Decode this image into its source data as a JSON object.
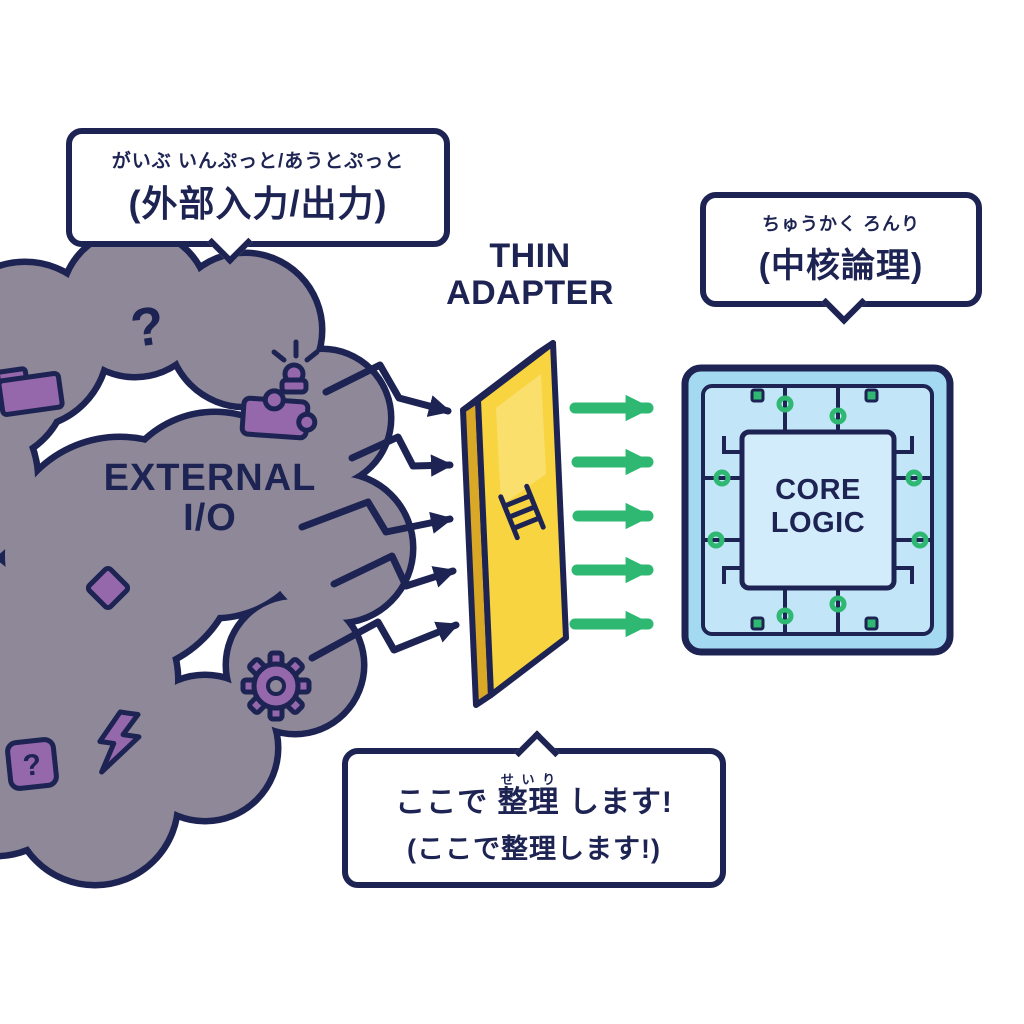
{
  "colors": {
    "navy": "#1d2352",
    "cloud_gray": "#8e8899",
    "cloud_dark": "#6e6880",
    "cloud_purple": "#7a6890",
    "purple": "#9468ab",
    "yellow": "#f7d440",
    "yellow_mid": "#ecc433",
    "yellow_dark": "#d9a826",
    "yellow_light": "#fbe37c",
    "green": "#2eb872",
    "chip_blue": "#a3d9f1",
    "chip_mid": "#c2e6f8",
    "chip_core": "#d3ecfb"
  },
  "bubbles": {
    "external": {
      "furigana": "がいぶ いんぷっと/あうとぷっと",
      "label": "(外部入力/出力)"
    },
    "core": {
      "furigana": "ちゅうかく ろんり",
      "label": "(中核論理)"
    },
    "adapter_note": {
      "pre": "ここで ",
      "ruby_base": "整理",
      "ruby_text": "せいり",
      "post": " します!",
      "line2": "(ここで整理します!)"
    }
  },
  "cloud": {
    "label_line1": "EXTERNAL",
    "label_line2": "I/O",
    "question_mark": "?",
    "icon_names": [
      "folder-icon",
      "question-mark-icon",
      "burst-icon",
      "puzzle-piece-icon",
      "diamond-icon",
      "gear-icon",
      "lightning-bolt-icon",
      "question-box-icon"
    ]
  },
  "adapter": {
    "line1": "THIN",
    "line2": "ADAPTER",
    "icon_name": "ladder-icon"
  },
  "chip": {
    "line1": "CORE",
    "line2": "LOGIC"
  }
}
